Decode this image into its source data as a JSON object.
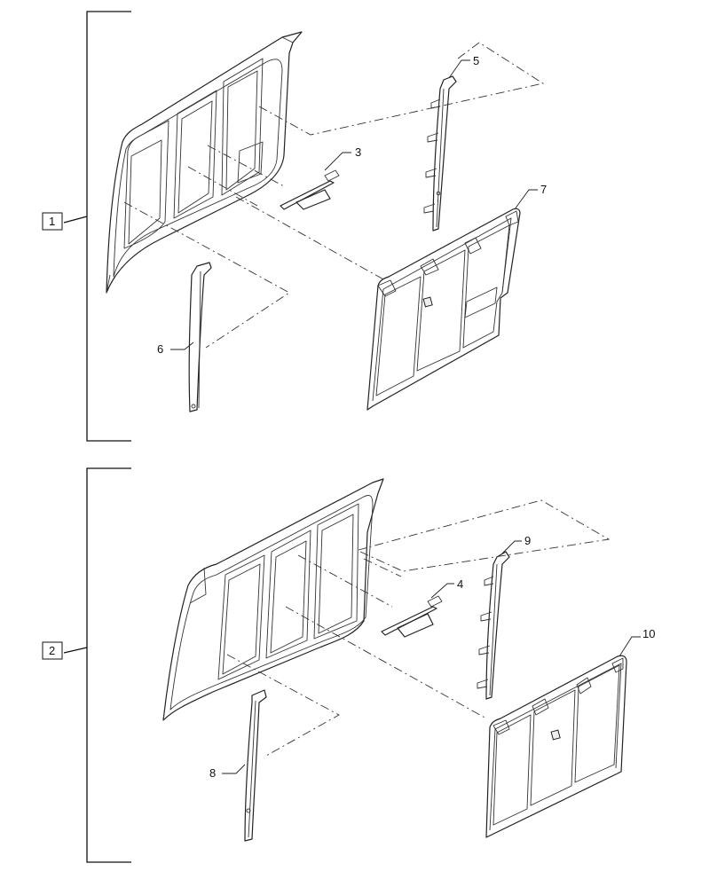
{
  "callouts": {
    "group_1": "1",
    "group_2": "2",
    "part_3": "3",
    "part_4": "4",
    "part_5": "5",
    "part_6": "6",
    "part_7": "7",
    "part_8": "8",
    "part_9": "9",
    "part_10": "10"
  }
}
